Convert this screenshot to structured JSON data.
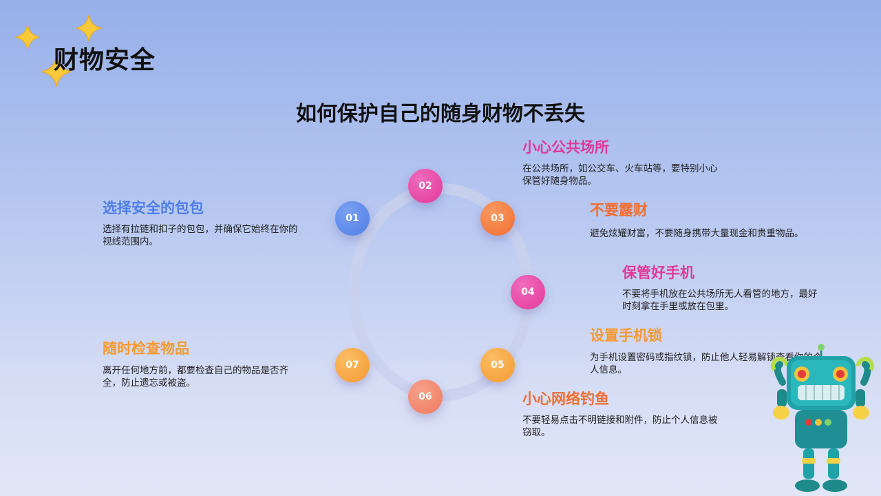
{
  "page": {
    "title": "财物安全",
    "subtitle": "如何保护自己的随身财物不丢失"
  },
  "colors": {
    "blue": "#4f7ee6",
    "magenta": "#e2379a",
    "orange": "#f26d2f",
    "yellow_orange": "#f59a33",
    "salmon": "#f07a5f"
  },
  "steps": [
    {
      "num": "01",
      "title": "选择安全的包包",
      "desc": "选择有拉链和扣子的包包，并确保它始终在你的视线范围内。",
      "color": "#4f7ee6"
    },
    {
      "num": "02",
      "title": "小心公共场所",
      "desc": "在公共场所，如公交车、火车站等，要特别小心保管好随身物品。",
      "color": "#e2379a"
    },
    {
      "num": "03",
      "title": "不要露财",
      "desc": "避免炫耀财富，不要随身携带大量现金和贵重物品。",
      "color": "#f26d2f"
    },
    {
      "num": "04",
      "title": "保管好手机",
      "desc": "不要将手机放在公共场所无人看管的地方，最好时刻拿在手里或放在包里。",
      "color": "#e2379a"
    },
    {
      "num": "05",
      "title": "设置手机锁",
      "desc": "为手机设置密码或指纹锁，防止他人轻易解锁查看你的个人信息。",
      "color": "#f59a33"
    },
    {
      "num": "06",
      "title": "小心网络钓鱼",
      "desc": "不要轻易点击不明链接和附件，防止个人信息被窃取。",
      "color": "#f26d2f"
    },
    {
      "num": "07",
      "title": "随时检查物品",
      "desc": "离开任何地方前，都要检查自己的物品是否齐全，防止遗忘或被盗。",
      "color": "#f59a33"
    }
  ]
}
